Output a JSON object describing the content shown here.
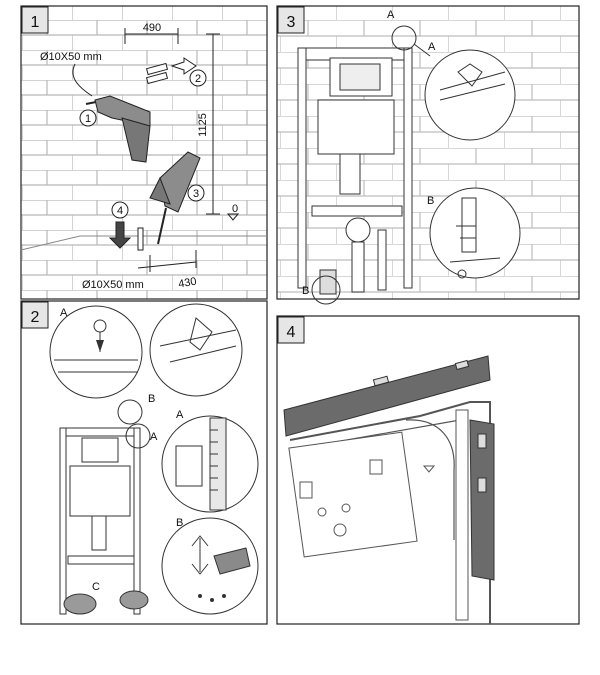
{
  "panels": [
    {
      "number": "1",
      "dims": {
        "width": "490",
        "height": "1125",
        "offset": "430",
        "zero": "0"
      },
      "hole_spec_top": "Ø10X50 mm",
      "hole_spec_bottom": "Ø10X50 mm",
      "steps": [
        "1",
        "2",
        "3",
        "4"
      ]
    },
    {
      "number": "2",
      "callouts": [
        "A",
        "B",
        "A",
        "B",
        "C"
      ]
    },
    {
      "number": "3",
      "callouts": [
        "A",
        "A",
        "B",
        "B"
      ]
    },
    {
      "number": "4"
    }
  ],
  "colors": {
    "line": "#222222",
    "frame": "#555555",
    "tile": "#b8b8b8",
    "level": "#666666",
    "level_dark": "#4a4a4a"
  }
}
